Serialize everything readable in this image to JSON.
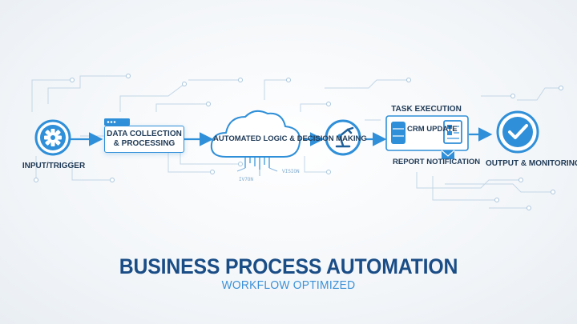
{
  "title": "BUSINESS PROCESS AUTOMATION",
  "subtitle": "WORKFLOW OPTIMIZED",
  "stages": {
    "input": {
      "label": "INPUT/TRIGGER",
      "icon": "gear-icon"
    },
    "data": {
      "line1": "DATA COLLECTION",
      "line2": "& PROCESSING",
      "icon": "browser-window-icon"
    },
    "logic": {
      "line1": "AUTOMATED LOGIC",
      "line2": "& DECISION MAKING",
      "icon": "cloud-icon",
      "tag": "IV7ON",
      "tag2": "VISION"
    },
    "robot": {
      "icon": "robotic-arm-icon"
    },
    "task": {
      "label": "TASK EXECUTION",
      "crm_line1": "CRM",
      "crm_line2": "UPDATE",
      "report_line1": "REPORT",
      "report_line2": "NOTIFICATION"
    },
    "output": {
      "line1": "OUTPUT &",
      "line2": "MONITORING",
      "icon": "checkmark-icon"
    }
  },
  "colors": {
    "accent": "#2f8fd8",
    "dark": "#1f3a56",
    "title": "#1a4d86",
    "circuit": "#b9cfe2"
  }
}
